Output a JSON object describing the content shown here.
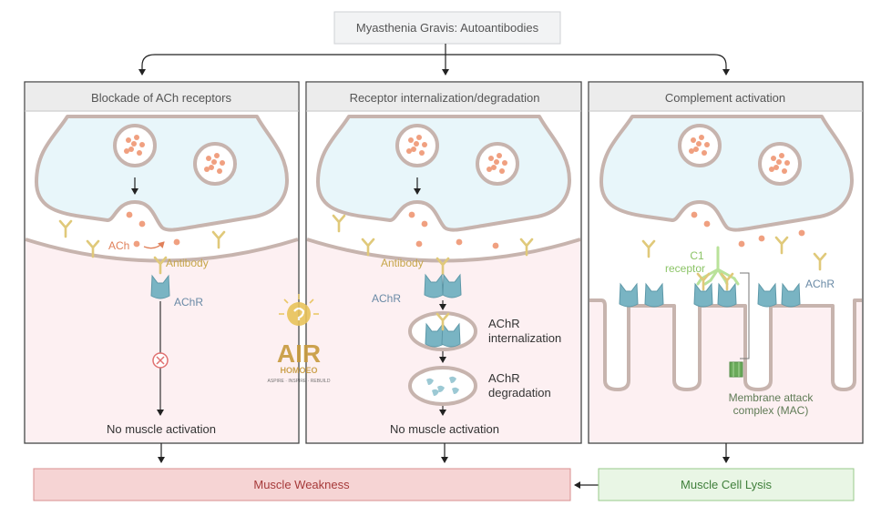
{
  "title": "Myasthenia Gravis: Autoantibodies",
  "panels": [
    {
      "title": "Blockade of ACh receptors",
      "labels": {
        "ach": "ACh",
        "antibody": "Antibody",
        "achr": "AChR"
      },
      "outcome": "No muscle activation"
    },
    {
      "title": "Receptor internalization/degradation",
      "labels": {
        "antibody": "Antibody",
        "achr": "AChR"
      },
      "steps": [
        "AChR internalization",
        "AChR degradation"
      ],
      "step_lines": [
        [
          "AChR",
          "internalization"
        ],
        [
          "AChR",
          "degradation"
        ]
      ],
      "outcome": "No muscle activation"
    },
    {
      "title": "Complement activation",
      "labels": {
        "c1_line1": "C1",
        "c1_line2": "receptor",
        "achr": "AChR"
      },
      "mac_lines": [
        "Membrane attack",
        "complex (MAC)"
      ]
    }
  ],
  "results": {
    "weakness": "Muscle Weakness",
    "lysis": "Muscle Cell Lysis"
  },
  "watermark": {
    "brand": "AIR",
    "sub": "HOMOEO",
    "tagline": "ASPIRE · INSPIRE · REBUILD"
  },
  "colors": {
    "terminal_fill": "#e8f6fa",
    "membrane": "#c7b4ae",
    "muscle_fill": "#fdf0f2",
    "receptor": "#79b4c3",
    "antibody": "#e0c97a",
    "ach_dot": "#f0a080",
    "ach_text": "#e0805a",
    "antibody_text": "#c6a64a",
    "achr_text": "#6a8aa6",
    "c1_text": "#8cc467",
    "mac": "#6aaa5a",
    "weakness_fill": "#f6d4d4",
    "weakness_border": "#d88f8f",
    "weakness_text": "#a63a3a",
    "lysis_fill": "#e9f6e5",
    "lysis_border": "#98c98a",
    "lysis_text": "#3f7f3a"
  }
}
